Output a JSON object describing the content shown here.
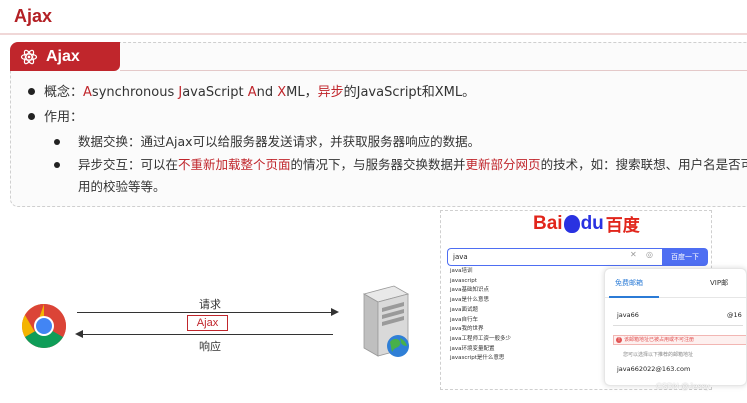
{
  "slide": {
    "title": "Ajax"
  },
  "panel": {
    "tab_label": "Ajax",
    "concept": {
      "label": "概念：",
      "a": "A",
      "synch": "synchronous ",
      "j": "J",
      "avascript": "avaScript ",
      "and_a": "A",
      "nd": "nd ",
      "x": "X",
      "ml": "ML，",
      "async": "异步",
      "rest": "的JavaScript和XML。"
    },
    "role": {
      "label": "作用："
    },
    "sub1": "数据交换：通过Ajax可以给服务器发送请求，并获取服务器响应的数据。",
    "sub2": {
      "prefix": "异步交互：可以在",
      "red1": "不重新加载整个页面",
      "middle": "的情况下，与服务器交换数据并",
      "red2": "更新部分网页",
      "suffix": "的技术，如：搜索联想、用户名是否可",
      "line2": "用的校验等等。"
    }
  },
  "diagram": {
    "request_label": "请求",
    "ajax_label": "Ajax",
    "response_label": "响应"
  },
  "demo": {
    "logo": {
      "bai": "Bai",
      "du": "du",
      "cn": "百度"
    },
    "search_value": "java",
    "search_button": "百度一下",
    "suggestions": [
      "java培训",
      "javascript",
      "java基础知识点",
      "java是什么意思",
      "java面试题",
      "java自行车",
      "java我的世界",
      "java工程师工资一般多少",
      "java环境变量配置",
      "javascript是什么意思"
    ],
    "login": {
      "tab_free": "免费邮箱",
      "tab_vip": "VIP邮",
      "username": "java66",
      "domain": "@16",
      "error": "该邮箱地址已被占用或不可注册",
      "hint": "您可以选择以下推荐的邮箱地址",
      "suggested_email": "java662022@163.com"
    }
  },
  "watermark": "CSDN @Jessy"
}
